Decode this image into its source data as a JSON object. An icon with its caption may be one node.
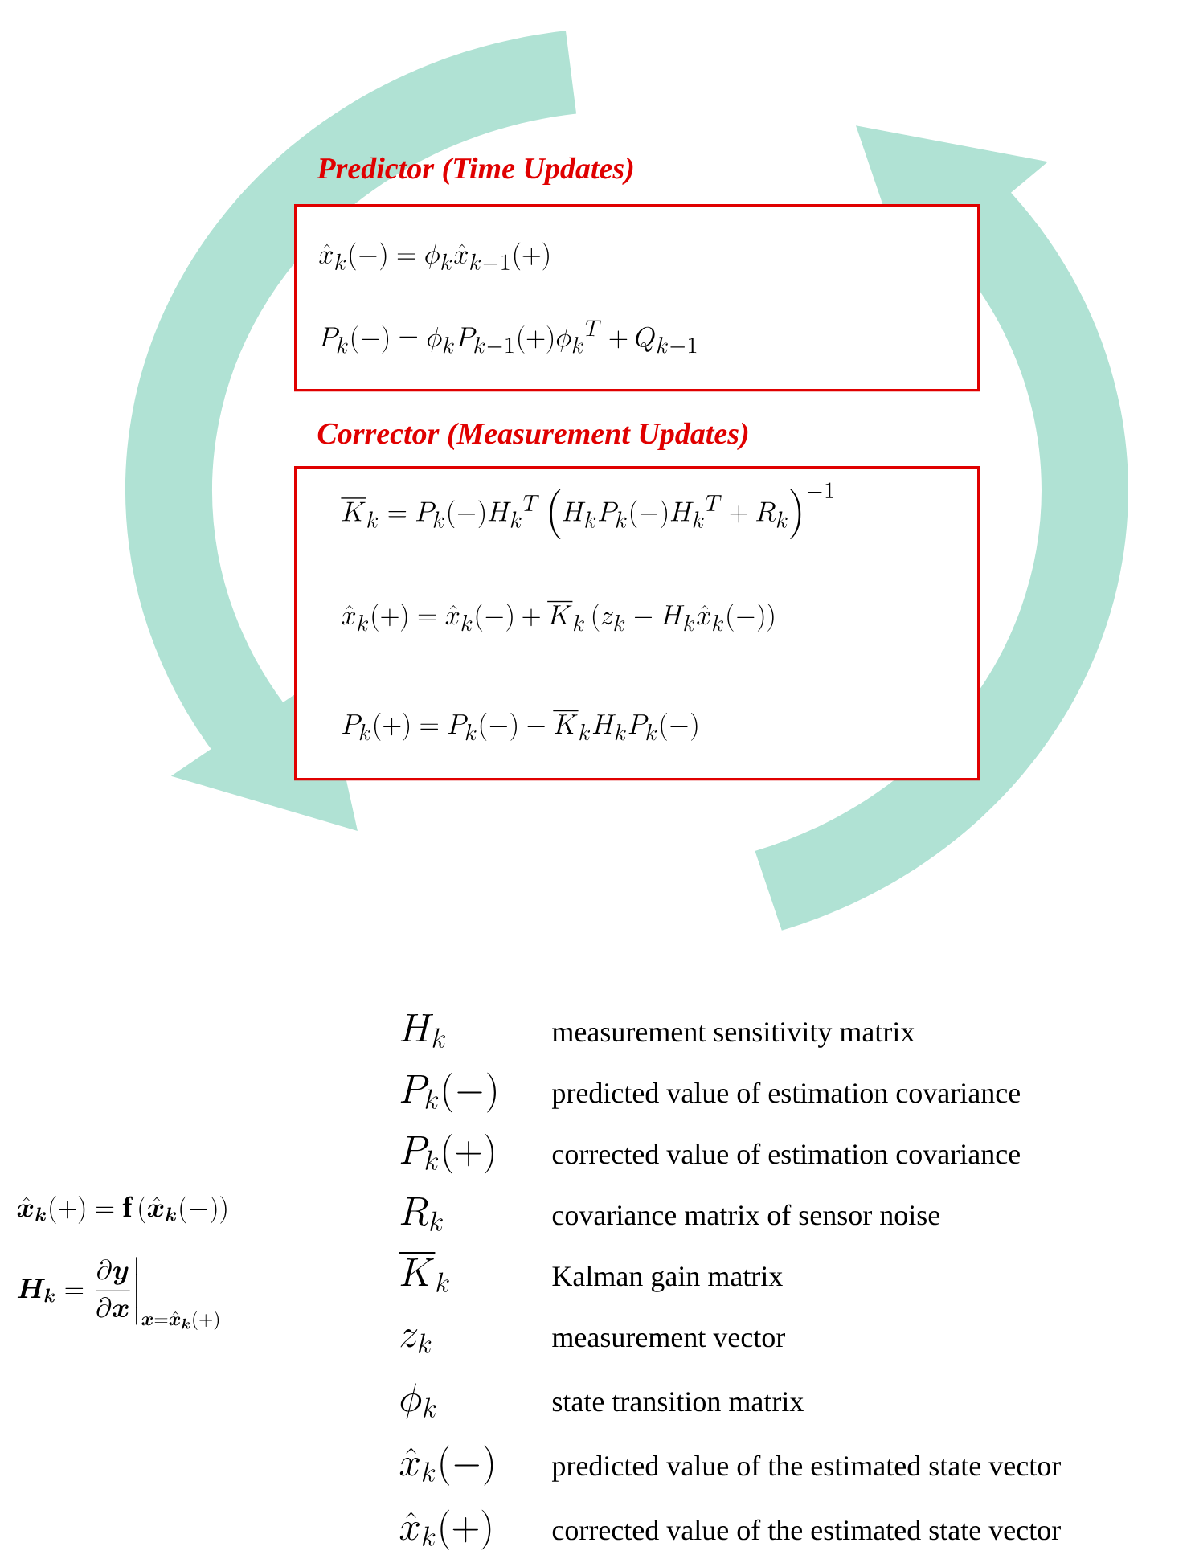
{
  "diagram": {
    "nodes": [
      {
        "text": [
          "Predictor (Time Updates)",
          "\\hat{x}_k(-) = \\phi_k \\hat{x}_{k-1}(+)",
          "P_k(-) = \\phi_k P_{k-1}(+) {\\phi_k}^T + Q_{k-1}"
        ]
      },
      {
        "text": [
          "Corrector (Measurement Updates)",
          "\\overline{K}_k = P_k(-) {H_k}^T \\left(H_k P_k(-) {H_k}^T + R_k\\right)^{-1}",
          "\\hat{x}_k(+) = \\hat{x}_k(-) + \\overline{K}_k \\left(z_k - H_k \\hat{x}_k(-)\\right)",
          "P_k(+) = P_k(-) - \\overline{K}_k H_k P_k(-)"
        ]
      }
    ],
    "labels": [
      "\\boldsymbol{\\hat{x}_k}(+) = \\mathbf{f}\\left(\\boldsymbol{\\hat{x}_k}(-)\\right)",
      "\\boldsymbol{H_k} = \\left.\\frac{\\partial \\boldsymbol{y}}{\\partial \\boldsymbol{x}}\\right|_{\\boldsymbol{x}=\\boldsymbol{\\hat{x}_k}(+)}",
      "H_k",
      "measurement sensitivity matrix",
      "P_k(-)",
      "predicted value of estimation covariance",
      "P_k(+)",
      "corrected value of estimation covariance",
      "R_k",
      "covariance matrix of sensor noise",
      "\\overline{K}_k",
      "Kalman gain matrix",
      "z_k",
      "measurement vector",
      "\\phi_k",
      "state transition matrix",
      "\\hat{x}_k(-)",
      "predicted value of the estimated state vector",
      "\\hat{x}_k(+)",
      "corrected value of the estimated state vector"
    ]
  }
}
